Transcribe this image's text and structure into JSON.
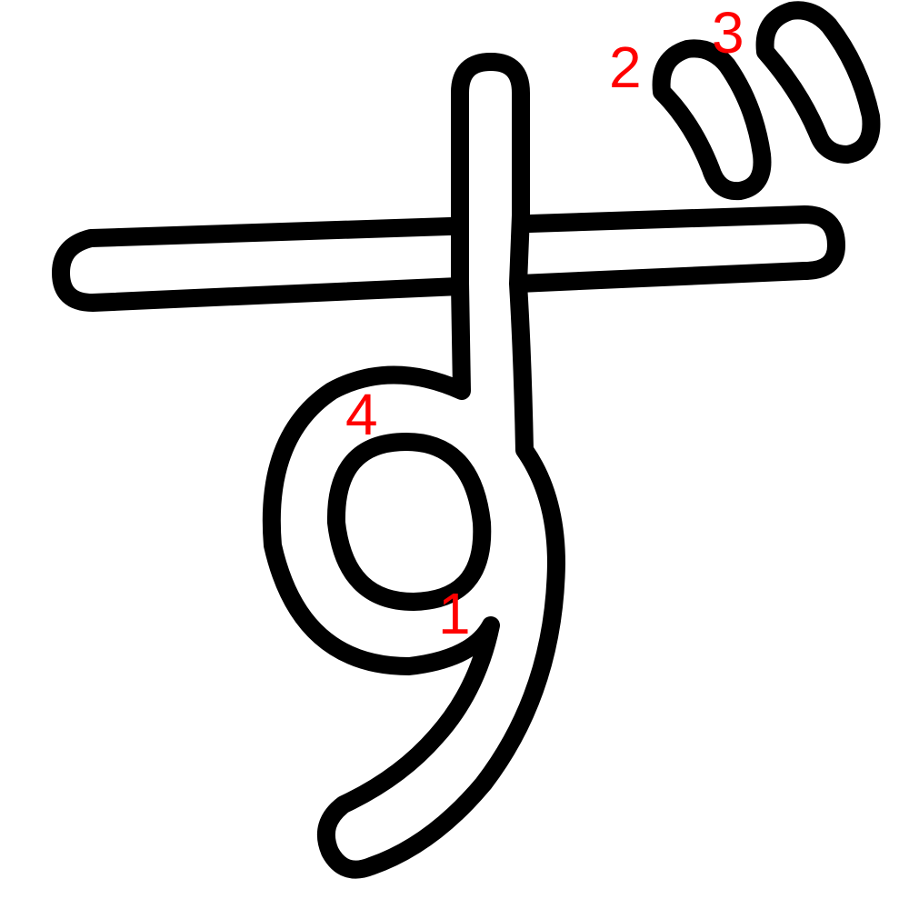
{
  "diagram": {
    "type": "kanji stroke order",
    "stroke_numbers": [
      "1",
      "2",
      "3",
      "4"
    ],
    "colors": {
      "background": "#ffffff",
      "outline": "#000000",
      "stroke_number": "#ff0000"
    }
  }
}
